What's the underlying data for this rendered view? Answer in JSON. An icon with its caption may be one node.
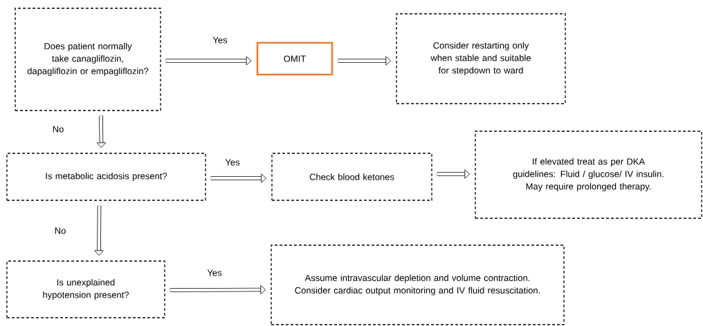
{
  "diagram": {
    "nodes": [
      {
        "text": [
          "Does patient normally take canagliflozin, dapagliflozin or empagliflozin?"
        ]
      },
      {
        "text": [
          "OMIT"
        ]
      },
      {
        "text": [
          "Consider restarting only when stable and suitable for stepdown to ward"
        ]
      },
      {
        "text": [
          "Is metabolic acidosis present?"
        ]
      },
      {
        "text": [
          "Check blood ketones"
        ]
      },
      {
        "text": [
          "If elevated treat as per DKA guidelines: Fluid / glucose/ IV insulin. May require prolonged therapy."
        ]
      },
      {
        "text": [
          "Is unexplained hypotension present?"
        ]
      },
      {
        "text": [
          "Assume intravascular depletion and volume contraction. Consider cardiac output monitoring and IV fluid resuscitation."
        ]
      }
    ],
    "edges": [
      {
        "from": 0,
        "to": 1,
        "arrow": "to",
        "label": "Yes"
      },
      {
        "from": 1,
        "to": 2,
        "arrow": "to"
      },
      {
        "from": 0,
        "to": 3,
        "arrow": "to",
        "label": "No"
      },
      {
        "from": 3,
        "to": 4,
        "arrow": "to",
        "label": "Yes"
      },
      {
        "from": 4,
        "to": 5,
        "arrow": "to"
      },
      {
        "from": 3,
        "to": 6,
        "arrow": "to",
        "label": "No"
      },
      {
        "from": 6,
        "to": 7,
        "arrow": "to",
        "label": "Yes"
      }
    ]
  }
}
